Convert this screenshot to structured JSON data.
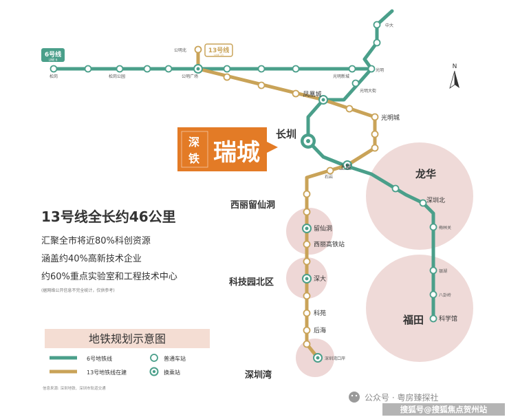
{
  "colors": {
    "line6": "#4a9f8a",
    "line13": "#c9a358",
    "district": "#ecd3d1",
    "badge": "#e37b26",
    "legend_bg": "#f4ddd3",
    "text": "#333333"
  },
  "badges": {
    "line6_name": "6号线",
    "line6_sub": "LINE 6",
    "line13_name": "13号线",
    "line13_sub": "LINE 13"
  },
  "north": "N",
  "project": {
    "small1": "深",
    "small2": "铁",
    "name": "瑞城"
  },
  "districts": {
    "longhua": "龙华",
    "futian": "福田",
    "xili": "西丽留仙洞",
    "kejiyuan": "科技园北区",
    "shenzhenwan": "深圳湾"
  },
  "stations": {
    "songgang": "松岗",
    "songgang_park": "松岗公园",
    "gongming_guangchang": "公明广场",
    "gongming_north": "公明北",
    "zhongda": "中大",
    "guangming": "光明",
    "guangming_dajie": "光明大街",
    "guangming_xincheng": "光明新城",
    "fenghuangcheng": "凤凰城",
    "guangmingcheng": "光明城",
    "changzhen": "长圳",
    "shangwu": "上屋",
    "shiyan": "石岩",
    "shenzhenbei": "深圳北",
    "meilinguan": "梅林关",
    "yinhu": "银湖",
    "bagualing": "八卦岭",
    "kexueguan": "科学馆",
    "liuxiandong": "留仙洞",
    "xili_hsr": "西丽高铁站",
    "shenda": "深大",
    "keyuan": "科苑",
    "houhai": "后海",
    "shenzhenwan_port": "深圳湾口岸"
  },
  "info": {
    "headline": "13号线全长约46公里",
    "line1": "汇聚全市将近80%科创资源",
    "line2": "涵盖约40%高新技术企业",
    "line3": "约60%重点实验室和工程技术中心",
    "note": "(据网络公开信息不完全统计，仅供参考)"
  },
  "legend": {
    "title": "地铁规划示意图",
    "line6": "6号地铁线",
    "line13": "13号地铁线在建",
    "normal": "普通车站",
    "transfer": "换乘站"
  },
  "source": "信息来源: 深圳地铁、深圳市轨道交通",
  "watermark": {
    "account": "公众号 · 粤房臻探社",
    "sohu": "搜狐号@搜狐焦点贺州站"
  }
}
